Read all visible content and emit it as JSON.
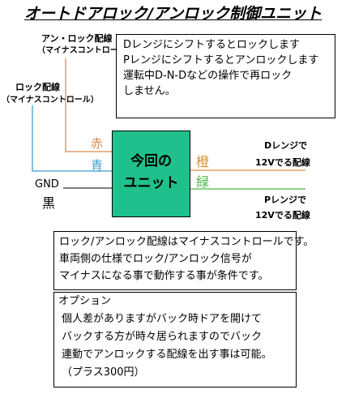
{
  "title": "オートドアロック/アンロック制御ユニット",
  "labels": {
    "unlock_wire": "アン・ロック配線",
    "unlock_wire_sub": "（マイナスコントロール）",
    "lock_wire": "ロック配線",
    "lock_wire_sub": "（マイナスコントロール）",
    "gnd": "GND",
    "gnd_color": "黒",
    "red": "赤",
    "blue": "青",
    "orange": "橙",
    "green": "緑",
    "d_range_1": "Dレンジで",
    "d_range_2": "12Vでる配線",
    "p_range_1": "Pレンジで",
    "p_range_2": "12Vでる配線"
  },
  "unit": {
    "line1": "今回の",
    "line2": "ユニット"
  },
  "note_lines": [
    "Dレンジにシフトするとロックします",
    "Pレンジにシフトするとアンロックします",
    "運転中D-N-Dなどの操作で再ロック",
    "しません。"
  ],
  "info_lines": [
    "ロック/アンロック配線はマイナスコントロールです。",
    "車両側の仕様でロック/アンロック信号が",
    "マイナスになる事で動作する事が条件です。"
  ],
  "option_lines": [
    "オプション",
    "個人差がありますがバック時ドアを開けて",
    "バックする方が時々居られますのでバック",
    "連動でアンロックする配線を出す事は可能。",
    "（プラス300円）"
  ],
  "colors": {
    "unit_fill": "#1fc08c",
    "red_wire": "#d98a4a",
    "blue_wire": "#3f9ecf",
    "orange_wire": "#d9922f",
    "green_wire": "#4ab84a",
    "gnd_wire": "#333333"
  }
}
